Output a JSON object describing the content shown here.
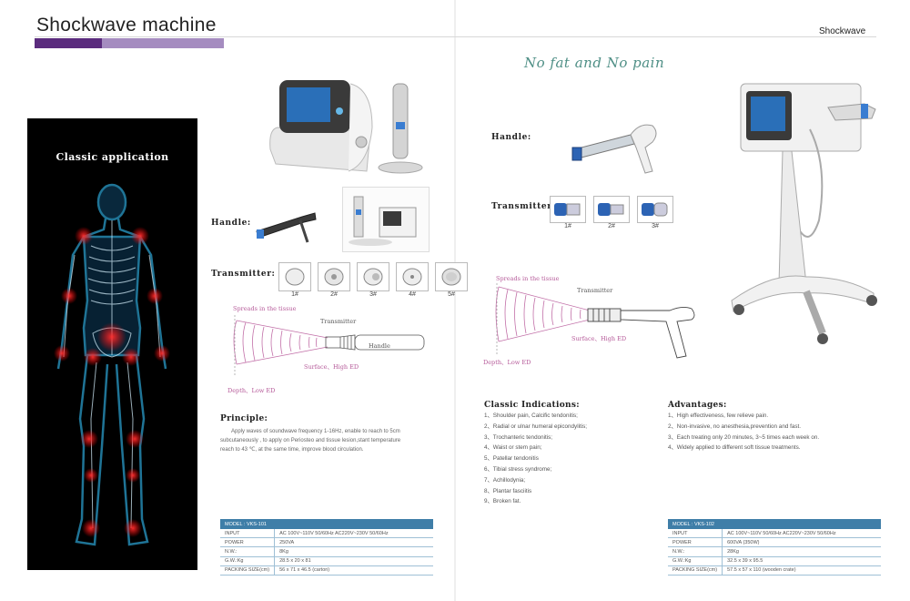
{
  "page": {
    "title": "Shockwave machine",
    "header_right": "Shockwave",
    "script_slogan": "No fat and No pain"
  },
  "body_panel": {
    "title": "Classic application"
  },
  "left": {
    "handle_label": "Handle:",
    "transmitter_label": "Transmitter:",
    "transmitters": [
      "1#",
      "2#",
      "3#",
      "4#",
      "5#"
    ],
    "diagram": {
      "spreads": "Spreads in the tissue",
      "transmitter": "Transmitter",
      "handle": "Handle",
      "surface": "Surface、High ED",
      "depth": "Depth、Low ED"
    },
    "principle_title": "Principle:",
    "principle_lines": [
      "Apply waves of soundwave frequency 1-16Hz, enable to reach to 5cm",
      "subcutaneously , to apply on Periosteo and tissue lesion,stant temperature",
      "reach to 43 ℃, at the same time, improve blood circulation."
    ],
    "spec": {
      "model": "MODEL : VKS-101",
      "rows": [
        {
          "k": "INPUT",
          "v": "AC 100V~110V  50/60Hz   AC220V~230V  50/60Hz"
        },
        {
          "k": "POWER",
          "v": "250VA"
        },
        {
          "k": "N.W.:",
          "v": "8Kg"
        },
        {
          "k": "G.W.:Kg",
          "v": "28.5 x 20 x 81"
        },
        {
          "k": "PACKING SIZE(cm)",
          "v": "56 x 71 x 46.5 (carton)"
        }
      ]
    }
  },
  "right": {
    "handle_label": "Handle:",
    "transmitter_label": "Transmitter:",
    "transmitters": [
      "1#",
      "2#",
      "3#"
    ],
    "diagram": {
      "spreads": "Spreads in the tissue",
      "transmitter": "Transmitter",
      "surface": "Surface、High ED",
      "depth": "Depth、Low ED"
    },
    "indications_title": "Classic Indications:",
    "indications": [
      "1、Shoulder pain, Calcific tendonitis;",
      "2、Radial or ulnar humeral epicondylitis;",
      "3、Trochanteric tendonitis;",
      "4、Waist or stem pain;",
      "5、Patellar tendonitis",
      "6、Tibial stress syndrome;",
      "7、Achillodynia;",
      "8、Plantar fasciitis",
      "9、Broken fat."
    ],
    "advantages_title": "Advantages:",
    "advantages": [
      "1、High effectiveness, few relieve pain.",
      "2、Non-invasive, no anesthesia,prevention and fast.",
      "3、Each treating only 20 minutes, 3~5 times each week on.",
      "4、Widely applied to different soft tissue treatments."
    ],
    "spec": {
      "model": "MODEL : VKS-102",
      "rows": [
        {
          "k": "INPUT",
          "v": "AC 100V~110V  50/60Hz   AC220V~230V  50/60Hz"
        },
        {
          "k": "POWER",
          "v": "600VA (350W)"
        },
        {
          "k": "N.W.:",
          "v": "28Kg"
        },
        {
          "k": "G.W.:Kg",
          "v": "32.5 x 39 x 95.5"
        },
        {
          "k": "PACKING SIZE(cm)",
          "v": "57.5 x 57 x 110 (wooden crate)"
        }
      ]
    }
  }
}
